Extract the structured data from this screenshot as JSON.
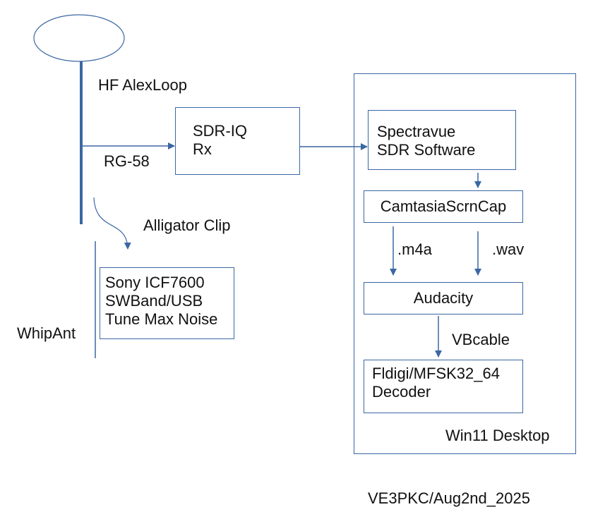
{
  "diagram": {
    "accent_color": "#3b67a3",
    "antenna": {
      "name": "HF AlexLoop",
      "feedline_label": "RG-58",
      "coupling_label": "Alligator Clip",
      "whip_label": "WhipAnt"
    },
    "receiver": {
      "lines": [
        "SDR-IQ",
        "Rx"
      ]
    },
    "portable_radio": {
      "lines": [
        "Sony ICF7600",
        "SWBand/USB",
        "Tune Max Noise"
      ]
    },
    "desktop": {
      "label": "Win11 Desktop",
      "spectravue": {
        "lines": [
          "Spectravue",
          "SDR Software"
        ]
      },
      "camtasia": {
        "label": "CamtasiaScrnCap"
      },
      "m4a_label": ".m4a",
      "wav_label": ".wav",
      "audacity": {
        "label": "Audacity"
      },
      "vbcable_label": "VBcable",
      "fldigi": {
        "lines": [
          "Fldigi/MFSK32_64",
          "Decoder"
        ]
      }
    },
    "footer": "VE3PKC/Aug2nd_2025"
  }
}
